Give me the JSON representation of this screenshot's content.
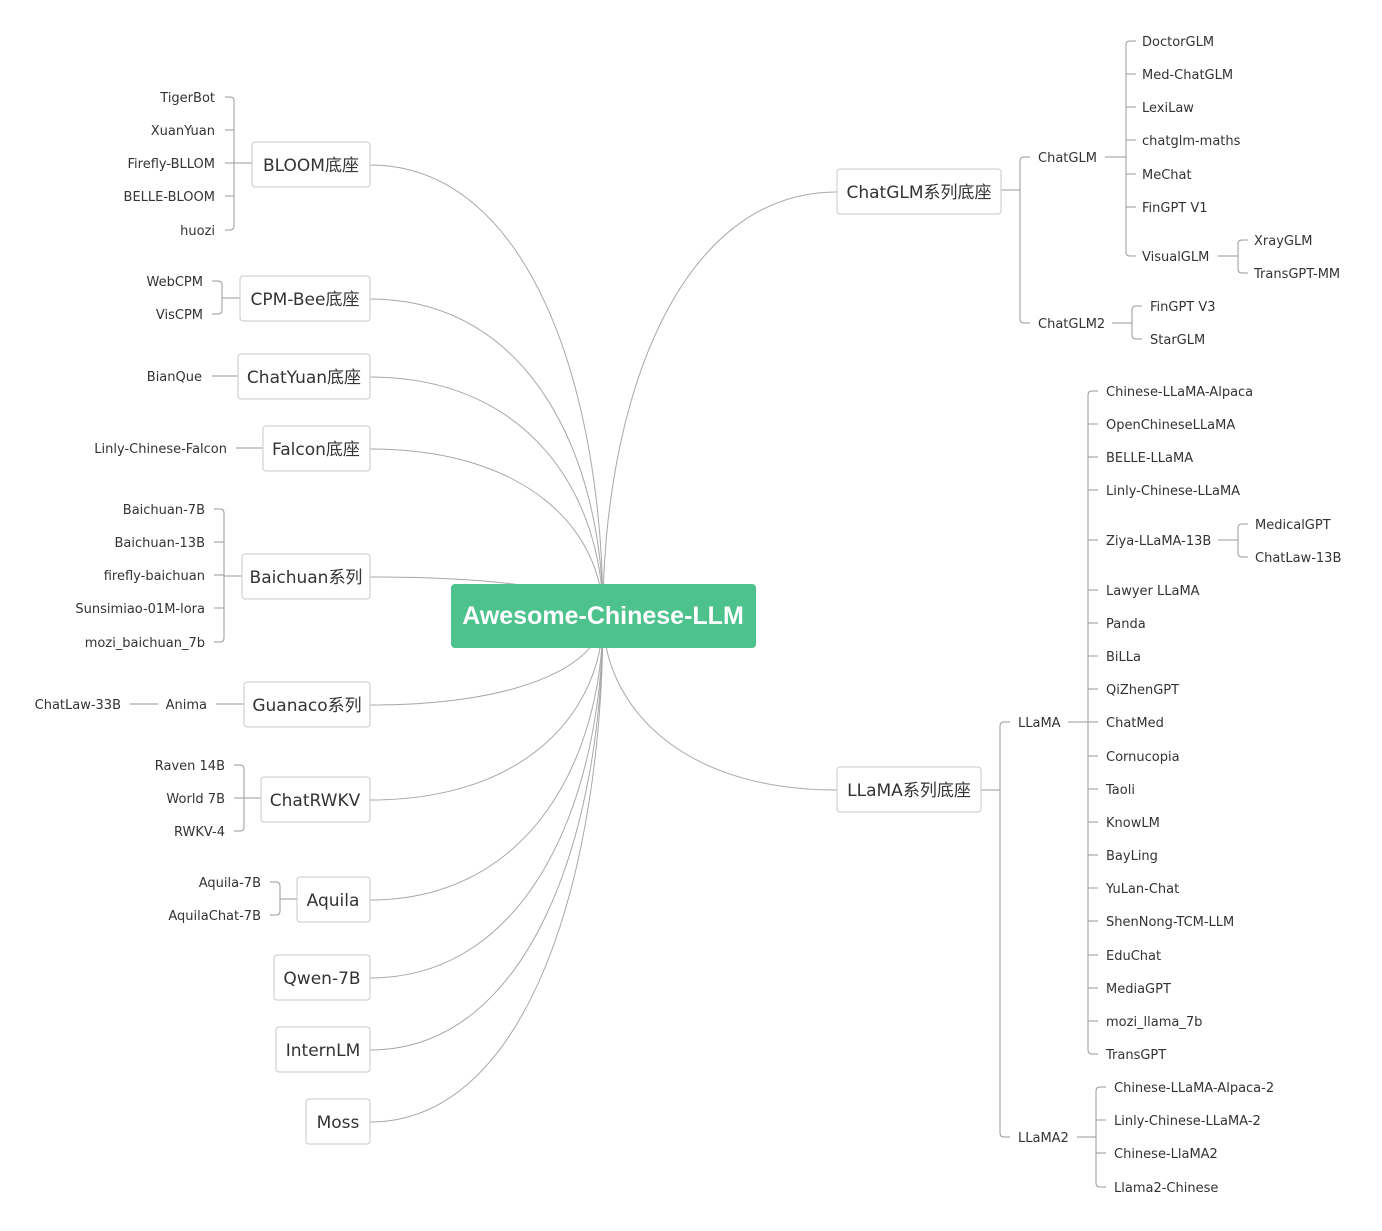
{
  "root": {
    "label": "Awesome-Chinese-LLM"
  },
  "left": [
    {
      "label": "BLOOM底座",
      "children": [
        "TigerBot",
        "XuanYuan",
        "Firefly-BLLOM",
        "BELLE-BLOOM",
        "huozi"
      ]
    },
    {
      "label": "CPM-Bee底座",
      "children": [
        "WebCPM",
        "VisCPM"
      ]
    },
    {
      "label": "ChatYuan底座",
      "children": [
        "BianQue"
      ]
    },
    {
      "label": "Falcon底座",
      "children": [
        "Linly-Chinese-Falcon"
      ]
    },
    {
      "label": "Baichuan系列",
      "children": [
        "Baichuan-7B",
        "Baichuan-13B",
        "firefly-baichuan",
        "Sunsimiao-01M-lora",
        "mozi_baichuan_7b"
      ]
    },
    {
      "label": "Guanaco系列",
      "children": [
        "Anima"
      ],
      "grandchild": "ChatLaw-33B"
    },
    {
      "label": "ChatRWKV",
      "children": [
        "Raven 14B",
        "World 7B",
        "RWKV-4"
      ]
    },
    {
      "label": "Aquila",
      "children": [
        "Aquila-7B",
        "AquilaChat-7B"
      ]
    },
    {
      "label": "Qwen-7B",
      "children": []
    },
    {
      "label": "InternLM",
      "children": []
    },
    {
      "label": "Moss",
      "children": []
    }
  ],
  "right": {
    "chatglm": {
      "label": "ChatGLM系列底座",
      "groups": [
        {
          "label": "ChatGLM",
          "children": [
            "DoctorGLM",
            "Med-ChatGLM",
            "LexiLaw",
            "chatglm-maths",
            "MeChat",
            "FinGPT V1",
            "VisualGLM"
          ],
          "sub": {
            "VisualGLM": [
              "XrayGLM",
              "TransGPT-MM"
            ]
          }
        },
        {
          "label": "ChatGLM2",
          "children": [
            "FinGPT V3",
            "StarGLM"
          ]
        }
      ]
    },
    "llama": {
      "label": "LLaMA系列底座",
      "groups": [
        {
          "label": "LLaMA",
          "children": [
            "Chinese-LLaMA-Alpaca",
            "OpenChineseLLaMA",
            "BELLE-LLaMA",
            "Linly-Chinese-LLaMA",
            "Ziya-LLaMA-13B",
            "Lawyer LLaMA",
            "Panda",
            "BiLLa",
            "QiZhenGPT",
            "ChatMed",
            "Cornucopia",
            "Taoli",
            "KnowLM",
            "BayLing",
            "YuLan-Chat",
            "ShenNong-TCM-LLM",
            "EduChat",
            "MediaGPT",
            "mozi_llama_7b",
            "TransGPT"
          ],
          "sub": {
            "Ziya-LLaMA-13B": [
              "MedicalGPT",
              "ChatLaw-13B"
            ]
          }
        },
        {
          "label": "LLaMA2",
          "children": [
            "Chinese-LLaMA-Alpaca-2",
            "Linly-Chinese-LLaMA-2",
            "Chinese-LlaMA2",
            "Llama2-Chinese"
          ]
        }
      ]
    }
  }
}
